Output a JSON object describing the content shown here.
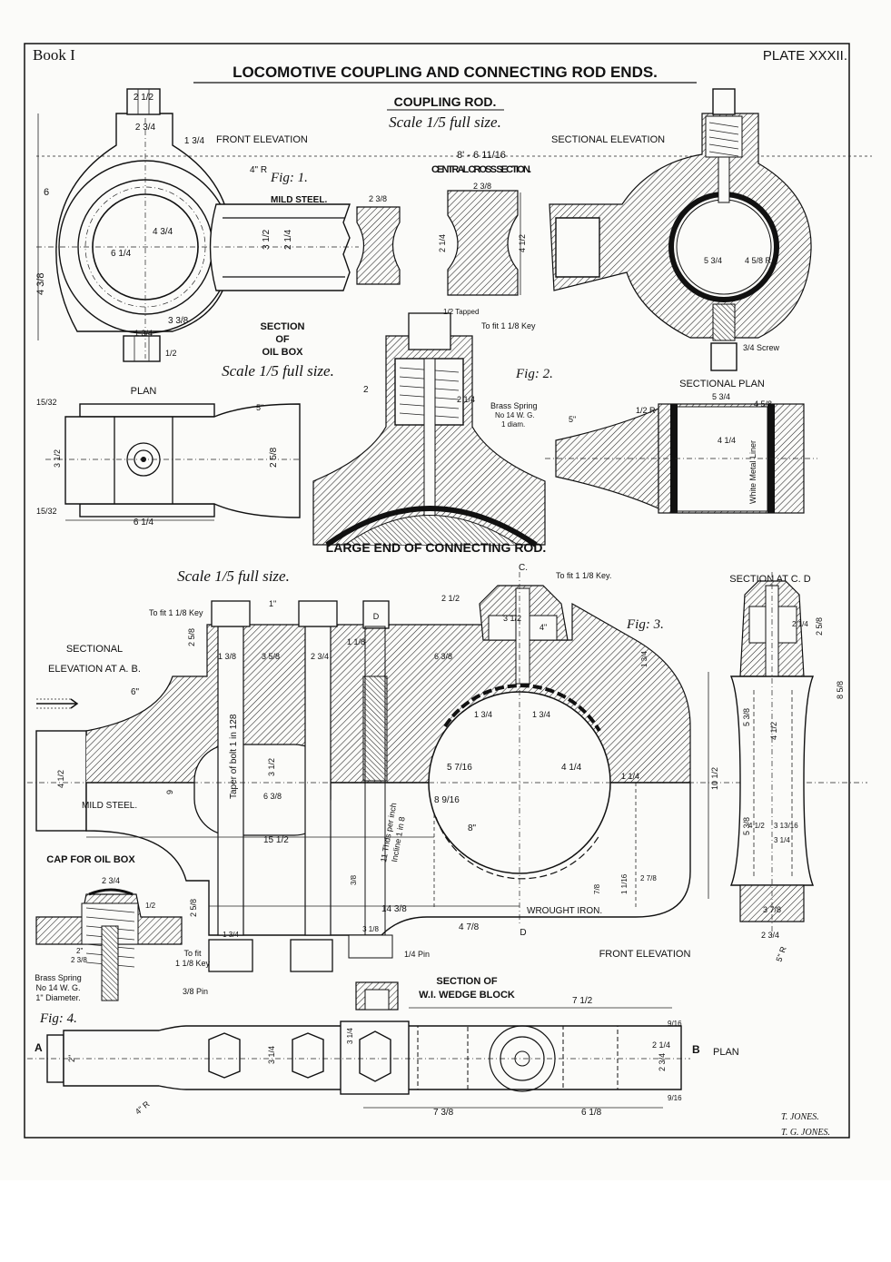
{
  "plate": {
    "book_label": "Book I",
    "plate_label": "PLATE XXXII.",
    "title": "LOCOMOTIVE COUPLING AND CONNECTING ROD ENDS."
  },
  "coupling_rod": {
    "heading": "COUPLING ROD.",
    "scale": "Scale 1/5 full size.",
    "front_elevation": "FRONT ELEVATION",
    "sectional_elevation": "SECTIONAL ELEVATION",
    "central_cross_section": "CENTRAL CROSS SECTION.",
    "fig_label": "Fig: 1.",
    "material": "MILD STEEL.",
    "length_dim": "8' - 6 11/16",
    "plan_label": "PLAN",
    "sectional_plan_label": "SECTIONAL PLAN",
    "white_metal": "White Metal Liner",
    "screw_note": "3/4 Screw",
    "dims": {
      "top_width": "2 1/2",
      "boss_width": "2 3/4",
      "boss_offset": "1 3/4",
      "radius_4": "4\" R",
      "height_6": "6",
      "height_4_3_8": "4 3/8",
      "bore_6_1_4": "6 1/4",
      "bore_4_3_4": "4 3/4",
      "web_3_1_2": "3 1/2",
      "web_2_1_4": "2 1/4",
      "bottom_3_3_8": "3 3/8",
      "bottom_1_3_4": "1 3/4",
      "bottom_1_2": "1/2",
      "section_2_3_8": "2 3/8",
      "section_2_1_4": "2 1/4",
      "section_4_1_2": "4 1/2",
      "sect_5_3_4": "5 3/4",
      "sect_4_5_8": "4 5/8 R",
      "plan_15_32_top": "15/32",
      "plan_15_32_bot": "15/32",
      "plan_3_1_2": "3 1/2",
      "plan_2_5_8": "2 5/8",
      "plan_6_1_4": "6 1/4",
      "plan_5": "5\"",
      "splan_5_3_4": "5 3/4",
      "splan_4_5_8": "4 5/8",
      "splan_4_1_4": "4 1/4",
      "splan_half_r": "1/2 R",
      "splan_5": "5\""
    }
  },
  "oil_box": {
    "heading_1": "SECTION",
    "heading_2": "OF",
    "heading_3": "OIL BOX",
    "scale": "Scale 1/5 full size.",
    "fig_label": "Fig: 2.",
    "tapped": "1/2 Tapped",
    "key_note": "To fit 1 1/8 Key",
    "spring_1": "Brass Spring",
    "spring_2": "No 14 W. G.",
    "spring_3": "1 diam.",
    "dim_2": "2",
    "dim_2_1_4": "2 1/4"
  },
  "connecting_rod": {
    "heading": "LARGE END OF CONNECTING ROD.",
    "scale": "Scale 1/5 full size.",
    "fig_label": "Fig: 3.",
    "sectional_1": "SECTIONAL",
    "sectional_2": "ELEVATION AT A. B.",
    "material": "MILD STEEL.",
    "wrought_iron": "WROUGHT IRON.",
    "front_elevation": "FRONT ELEVATION",
    "key_note": "To fit 1 1/8 Key",
    "key_note_top": "To fit 1 1/8 Key.",
    "taper_note": "Taper of bolt 1 in 128",
    "threads_note": "11 Thds per inch",
    "incline_note": "Incline 1 in 8",
    "letter_c": "C.",
    "letter_d_top": "D",
    "letter_d": "D",
    "dims": {
      "d_2_1_2": "2 1/2",
      "d_3_1_2": "3 1/2",
      "d_4": "4\"",
      "d_1": "1\"",
      "d_1_3_8": "1 3/8",
      "d_3_5_8": "3 5/8",
      "d_2_3_4": "2 3/4",
      "d_1_1_8": "1 1/8",
      "d_6_3_8": "6 3/8",
      "d_2_5_8": "2 5/8",
      "d_6": "6\"",
      "d_4_1_2": "4 1/2",
      "d_9": "9",
      "d_3_1_2b": "3 1/2",
      "d_6_3_8b": "6 3/8",
      "d_15_1_2": "15 1/2",
      "d_5_7_16": "5 7/16",
      "d_8_9_16": "8 9/16",
      "d_8": "8\"",
      "d_4_1_4": "4 1/4",
      "d_1_3_4a": "1 3/4",
      "d_1_3_4b": "1 3/4",
      "d_14_3_8": "14 3/8",
      "d_4_7_8": "4 7/8",
      "d_1_1_4": "1 1/4",
      "d_7_8": "7/8",
      "d_1_1_16": "1 1/16",
      "d_2_7_8": "2 7/8",
      "d_1_3_4c": "1 3/4",
      "d_2_5_8b": "2 5/8",
      "d_3_8": "3/8",
      "d_1_3_4_nut": "1 3/4"
    }
  },
  "section_cd": {
    "heading": "SECTION AT C. D",
    "d_2_1_4": "2 1/4",
    "d_2_5_8": "2 5/8",
    "d_8_5_8": "8 5/8",
    "d_5_3_8": "5 3/8",
    "d_4_1_2": "4 1/2",
    "d_10_1_2": "10 1/2",
    "d_3_13_16": "3 13/16",
    "d_3_1_4": "3 1/4",
    "d_5_3_8b": "5 3/8",
    "d_3_7_8": "3 7/8",
    "d_2_3_4": "2 3/4",
    "d_5_r": "5\" R"
  },
  "cap_oil_box": {
    "heading": "CAP FOR OIL BOX",
    "spring_1": "Brass Spring",
    "spring_2": "No 14 W. G.",
    "spring_3": "1\" Diameter.",
    "d_2_3_4": "2 3/4",
    "d_2": "2\"",
    "d_2_3_8": "2 3/8",
    "d_1_2": "1/2"
  },
  "bolt_notes": {
    "to_fit": "To fit",
    "key": "1 1/8 Key",
    "pin_3_8": "3/8 Pin",
    "pin_1_4": "1/4 Pin",
    "d_1_3_4": "1 3/4",
    "d_3_1_8": "3 1/8"
  },
  "wedge_block": {
    "heading_1": "SECTION OF",
    "heading_2": "W.I. WEDGE BLOCK"
  },
  "plan_fig4": {
    "fig_label": "Fig: 4.",
    "letter_a": "A",
    "letter_b": "B",
    "plan_label": "PLAN",
    "d_2": "2\"",
    "d_3_1_4": "3 1/4",
    "d_3_1_4b": "3 1/4",
    "d_7_1_2": "7 1/2",
    "d_2_1_4": "2 1/4",
    "d_2_3_4": "2 3/4",
    "d_7_3_8": "7 3/8",
    "d_6_1_8": "6 1/8",
    "d_4_r": "4\" R",
    "d_9_16_top": "9/16",
    "d_9_16_bot": "9/16"
  },
  "credits": {
    "line1": "T. JONES.",
    "line2": "T. G. JONES."
  }
}
